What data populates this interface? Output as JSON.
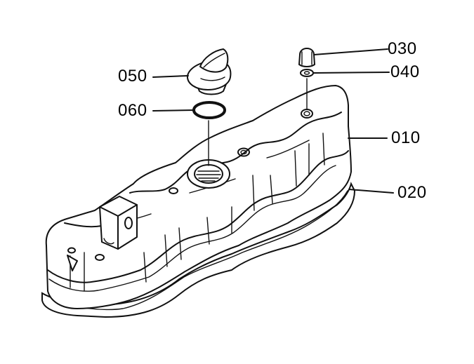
{
  "parts": [
    {
      "id": "part-010",
      "label": "010"
    },
    {
      "id": "part-020",
      "label": "020"
    },
    {
      "id": "part-030",
      "label": "030"
    },
    {
      "id": "part-040",
      "label": "040"
    },
    {
      "id": "part-050",
      "label": "050"
    },
    {
      "id": "part-060",
      "label": "060"
    }
  ]
}
